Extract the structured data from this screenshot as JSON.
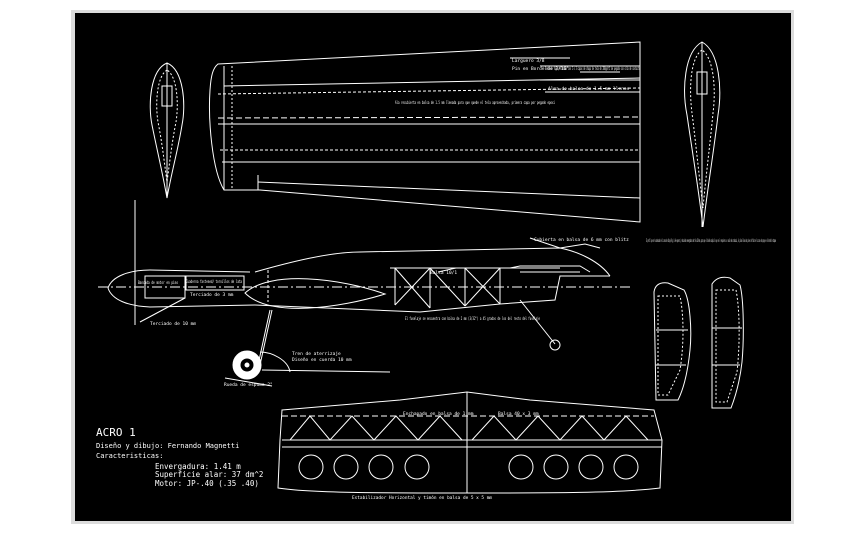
{
  "colors": {
    "outer_background": "#ffffff",
    "viewport_background": "#dcdcdc",
    "sheet_background": "#000000",
    "lines": "#ffffff"
  },
  "title_block": {
    "model": "ACRO 1",
    "design": "Diseño y dibujo:  Fernando Magnetti",
    "features_heading": "Caracteristicas:",
    "wingspan": "Envergadura: 1.41 m",
    "wing_area": "Superficie alar: 37 dm^2",
    "engine": "Motor: JP-.40 (.35 .40)"
  },
  "annotations": {
    "wing_spar": "Larguero 3/8",
    "wing_leading": "Pin en Borde de 3/16\"",
    "wing_covering": "Borde de fuga reforzado con 2 o 3 capas de chapa de tela de 200g/m^2 de pegado con cola de contacto",
    "wing_web": "Alma de balsa de 1.5 mm llenos",
    "wing_aileron": "Ala recubierta en balsa de 1.5 mm llenada para que quede el tela aprovechada, primera capa por pegado epoxi",
    "fuse_cover": "Cubierta en balsa de 6 mm con blitz",
    "fuse_profile": "El perfil que se ha adecuado de la zona de dibujo Alg (a 3% espesor), reduciendo envergadura de tela 100 mm, para que el diseño cumpla lo que se le requiere a un avión de acrobacia, el plano lleva dos pines de fibra en la zona de apoyo en el borde de ataque",
    "fuse_balsa": "Balsa 10/1",
    "fuse_nose": "Cuaderna fastened/ tornillos de lata",
    "fuse_mount": "Bancada de motor en pino",
    "fuse_plywood": "Terciado de 10 mm",
    "fuse_firewall": "Terciado de 3 mm",
    "fuse_brace": "El fuselaje se encuentra con balsa de 2 mm (3/32\") a 45 grados de los del resto del fuselaje",
    "gear_spring": "Tren de aterrizaje",
    "gear_note": "Diseño en cuerda 10 mm",
    "wheel": "Rueda de espuma 2\"",
    "stab_leading": "Enchapado en balsa de 1 mm",
    "stab_ribs": "Balsa 40 x 3 mm",
    "stab_caption": "Estabilizador Horizontal y timón en balsa de 5 x 5 mm"
  }
}
